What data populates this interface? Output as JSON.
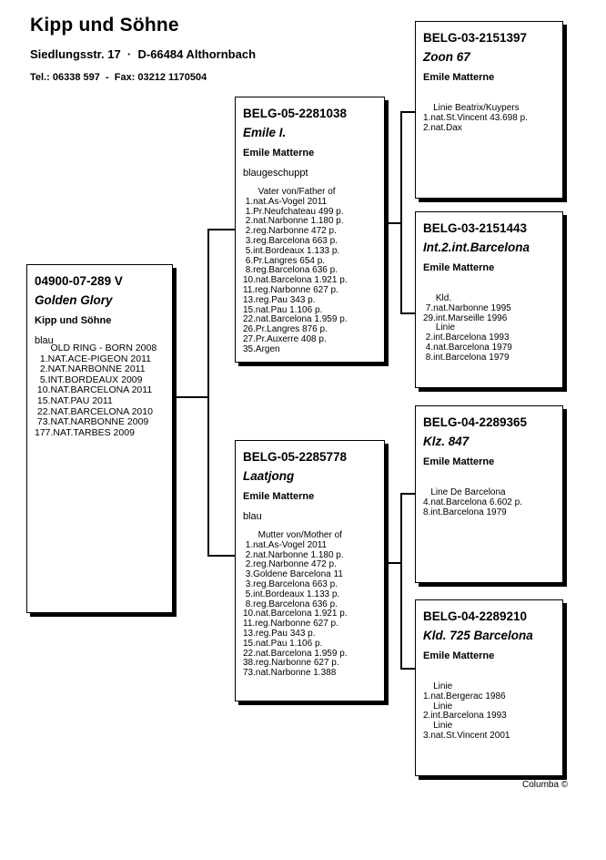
{
  "header": {
    "title": "Kipp und Söhne",
    "address": "Siedlungsstr. 17  ·  D-66484 Althornbach",
    "contact": "Tel.: 06338 597  -  Fax: 03212 1170504"
  },
  "boxes": {
    "subject": {
      "ring": "04900-07-289 V",
      "name": "Golden Glory",
      "owner": "Kipp und Söhne",
      "color": "blau",
      "results": [
        "      OLD RING - BORN 2008",
        "  1.NAT.ACE-PIGEON 2011",
        "  2.NAT.NARBONNE 2011",
        "  5.INT.BORDEAUX 2009",
        " 10.NAT.BARCELONA 2011",
        " 15.NAT.PAU 2011",
        " 22.NAT.BARCELONA 2010",
        " 73.NAT.NARBONNE 2009",
        "177.NAT.TARBES 2009"
      ]
    },
    "sire": {
      "ring": "BELG-05-2281038",
      "name": "Emile I.",
      "owner": "Emile Matterne",
      "color": "blaugeschuppt",
      "results": [
        "      Vater von/Father of",
        " 1.nat.As-Vogel 2011",
        " 1.Pr.Neufchateau 499 p.",
        " 2.nat.Narbonne 1.180 p.",
        " 2.reg.Narbonne 472 p.",
        " 3.reg.Barcelona 663 p.",
        " 5.int.Bordeaux 1.133 p.",
        " 6.Pr.Langres 654 p.",
        " 8.reg.Barcelona 636 p.",
        "10.nat.Barcelona 1.921 p.",
        "11.reg.Narbonne 627 p.",
        "13.reg.Pau 343 p.",
        "15.nat.Pau 1.106 p.",
        "22.nat.Barcelona 1.959 p.",
        "26.Pr.Langres 876 p.",
        "27.Pr.Auxerre 408 p.",
        "35.Argen"
      ]
    },
    "dam": {
      "ring": "BELG-05-2285778",
      "name": "Laatjong",
      "owner": "Emile Matterne",
      "color": "blau",
      "results": [
        "      Mutter von/Mother of",
        " 1.nat.As-Vogel 2011",
        " 2.nat.Narbonne 1.180 p.",
        " 2.reg.Narbonne 472 p.",
        " 3.Goldene Barcelona 11",
        " 3.reg.Barcelona 663 p.",
        " 5.int.Bordeaux 1.133 p.",
        " 8.reg.Barcelona 636 p.",
        "10.nat.Barcelona 1.921 p.",
        "11.reg.Narbonne 627 p.",
        "13.reg.Pau 343 p.",
        "15.nat.Pau 1.106 p.",
        "22.nat.Barcelona 1.959 p.",
        "38.reg.Narbonne 627 p.",
        "73.nat.Narbonne 1.388"
      ]
    },
    "sire_sire": {
      "ring": "BELG-03-2151397",
      "name": "Zoon 67",
      "owner": "Emile Matterne",
      "results": [
        "    Linie Beatrix/Kuypers",
        "1.nat.St.Vincent 43.698 p.",
        "2.nat.Dax"
      ]
    },
    "sire_dam": {
      "ring": "BELG-03-2151443",
      "name": "Int.2.int.Barcelona",
      "owner": "Emile Matterne",
      "results": [
        "     Kld.",
        " 7.nat.Narbonne 1995",
        "29.int.Marseille 1996",
        "     Linie",
        " 2.int.Barcelona 1993",
        " 4.nat.Barcelona 1979",
        " 8.int.Barcelona 1979"
      ]
    },
    "dam_sire": {
      "ring": "BELG-04-2289365",
      "name": "Klz. 847",
      "owner": "Emile Matterne",
      "results": [
        "   Line De Barcelona",
        "4.nat.Barcelona 6.602 p.",
        "8.int.Barcelona 1979"
      ]
    },
    "dam_dam": {
      "ring": "BELG-04-2289210",
      "name": "Kld. 725 Barcelona",
      "owner": "Emile Matterne",
      "results": [
        "    Linie",
        "1.nat.Bergerac 1986",
        "    Linie",
        "2.int.Barcelona 1993",
        "    Linie",
        "3.nat.St.Vincent 2001"
      ]
    }
  },
  "footer": {
    "watermark": "Columba ©"
  },
  "colors": {
    "ink": "#000000",
    "paper": "#ffffff"
  }
}
